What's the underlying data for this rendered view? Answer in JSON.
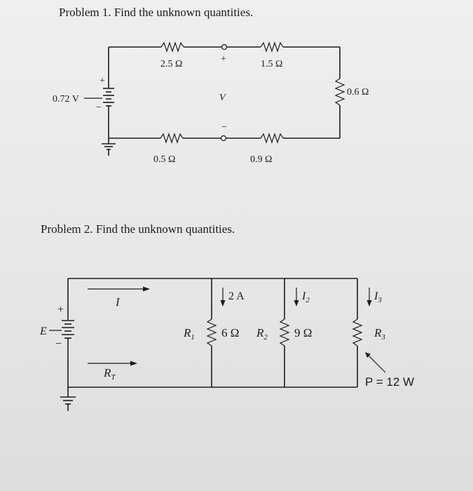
{
  "problem1": {
    "title": "Problem 1. Find the unknown quantities.",
    "source_voltage": "0.72 V",
    "plus_sign": "+",
    "minus_sign": "−",
    "r_top_left": "2.5 Ω",
    "r_top_right": "1.5 Ω",
    "r_right": "0.6 Ω",
    "r_bottom_left": "0.5 Ω",
    "r_bottom_right": "0.9 Ω",
    "terminal_plus": "+",
    "terminal_minus": "−",
    "voltage_label": "V"
  },
  "problem2": {
    "title": "Problem 2. Find the unknown quantities.",
    "source_label": "E",
    "plus_sign": "+",
    "minus_sign": "−",
    "current_total": "I",
    "total_resistance": "R",
    "total_resistance_sub": "T",
    "current_r1": "2 A",
    "current_2": "I",
    "current_2_sub": "2",
    "current_3": "I",
    "current_3_sub": "3",
    "r1_name": "R",
    "r1_sub": "1",
    "r1_value": "6 Ω",
    "r2_name": "R",
    "r2_sub": "2",
    "r2_value": "9 Ω",
    "r3_name": "R",
    "r3_sub": "3",
    "power": "P = 12 W"
  }
}
